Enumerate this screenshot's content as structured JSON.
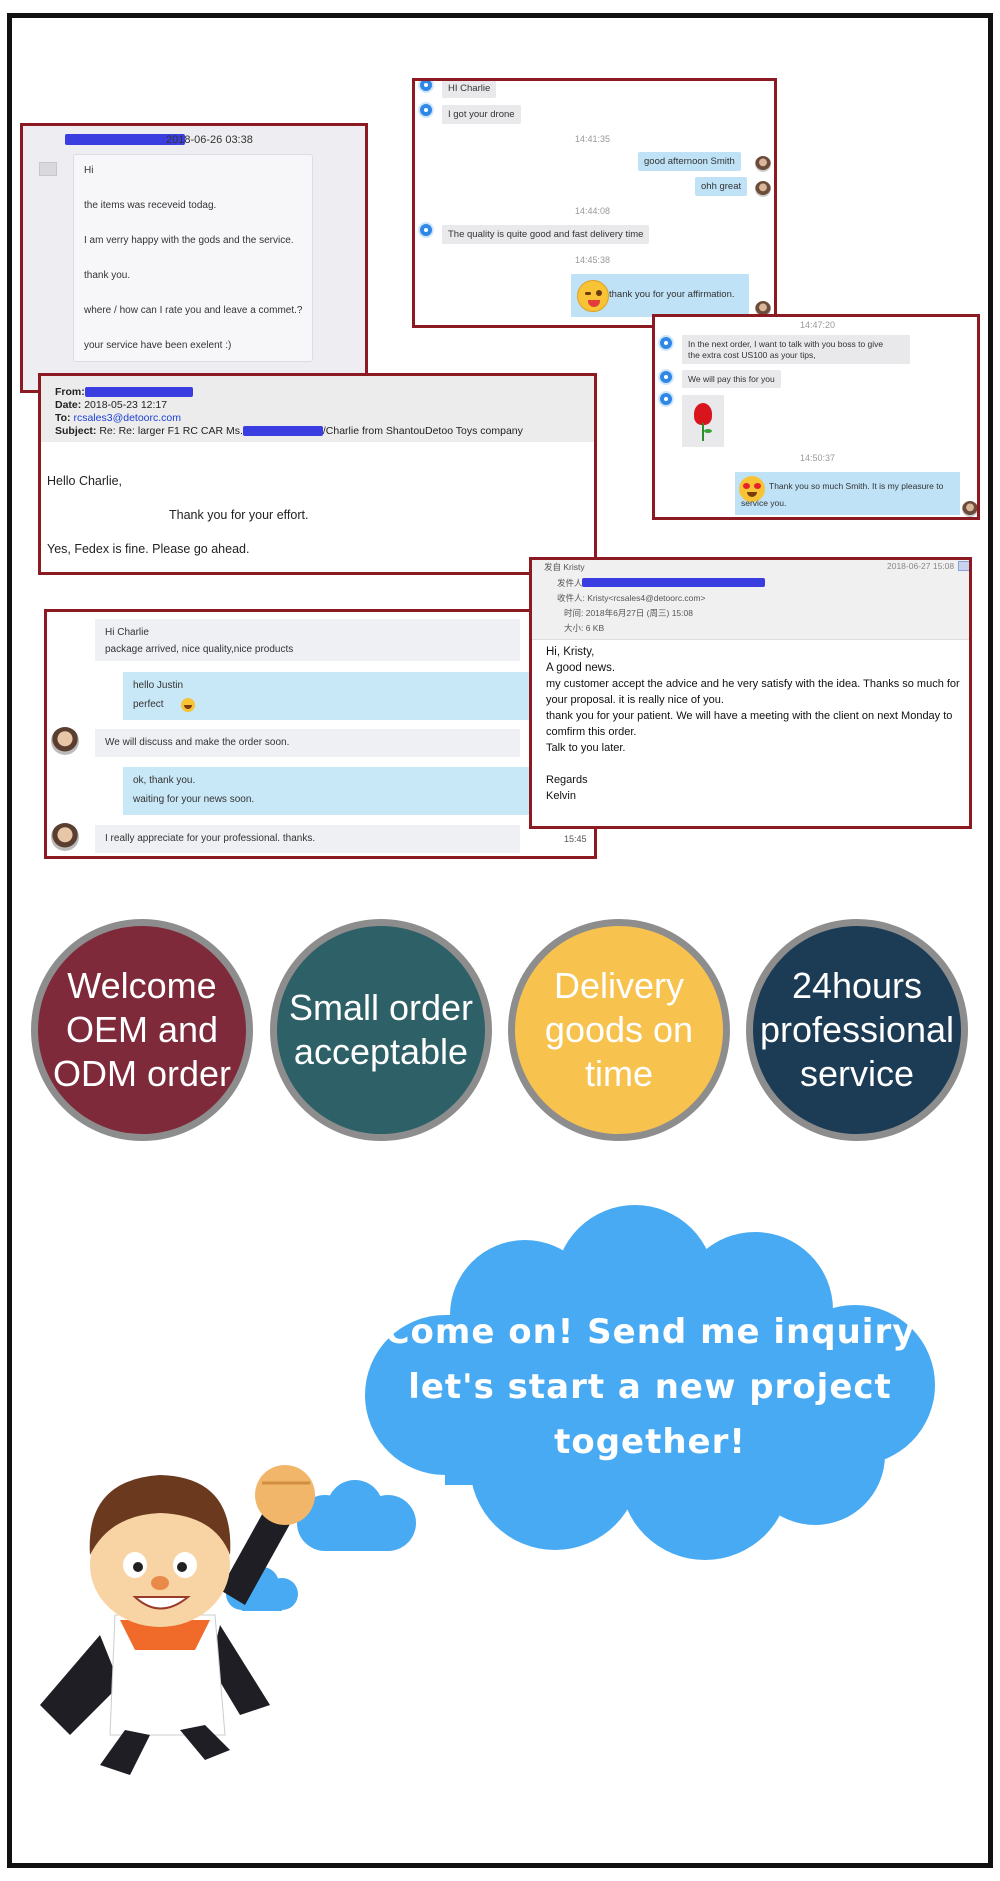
{
  "card1": {
    "redacted_name": "",
    "timestamp": "2018-06-26 03:38",
    "lines": [
      "Hi",
      "the items was receveid todag.",
      "I am verry happy with the gods and the service.",
      "thank you.",
      "where / how can I rate you and leave a commet.?",
      "your service have been exelent :)"
    ]
  },
  "card2": {
    "msg1": "HI Charlie",
    "msg2": "I got your drone",
    "time1": "14:41:35",
    "msg3": "good afternoon Smith",
    "msg4": "ohh great",
    "time2": "14:44:08",
    "msg5": "The quality is quite good and fast delivery time",
    "time3": "14:45:38",
    "msg6": "thank you for your affirmation."
  },
  "card3": {
    "time1": "14:47:20",
    "msg1_l1": "In the next order, I want to talk with you boss to give",
    "msg1_l2": "the extra cost US100 as your tips,",
    "msg2": "We will pay this for you",
    "time2": "14:50:37",
    "msg3_l1": "Thank you so much Smith. It is my pleasure to",
    "msg3_l2": "service you."
  },
  "card4": {
    "from_label": "From:",
    "date_label": "Date:",
    "date_value": "2018-05-23 12:17",
    "to_label": "To:",
    "to_value": "rcsales3@detoorc.com",
    "subject_label": "Subject:",
    "subject_pre": "Re: Re: larger F1 RC CAR Ms.",
    "subject_post": "/Charlie from ShantouDetoo Toys company",
    "greeting": "Hello Charlie,",
    "body1": "Thank you for your effort.",
    "body2": "Yes, Fedex is fine. Please go ahead."
  },
  "card5": {
    "r1_l1": "Hi Charlie",
    "r1_l2": "package arrived, nice quality,nice products",
    "r2_l1": "hello Justin",
    "r2_l2": "perfect",
    "r3": "We will discuss and make the order soon.",
    "r4_l1": "ok, thank you.",
    "r4_l2": "waiting for your news soon.",
    "r5": "I really appreciate for your professional. thanks.",
    "r5_time": "15:45"
  },
  "card6": {
    "sender_label": "发自 Kristy",
    "date": "2018-06-27 15:08",
    "from_label": "发件人:",
    "to_line": "收件人: Kristy<rcsales4@detoorc.com>",
    "time_line": "时间: 2018年6月27日 (周三) 15:08",
    "size_line": "大小: 6 KB",
    "body": [
      "Hi, Kristy,",
      "A good news.",
      " my customer accept the advice and he very satisfy with the idea. Thanks so much for",
      "your proposal. it is really nice of you.",
      "thank you for your patient. We will have a meeting with the client on next Monday to",
      "comfirm this order.",
      "Talk to you later.",
      "",
      "Regards",
      "Kelvin"
    ]
  },
  "circles": [
    {
      "lines": [
        "Welcome",
        "OEM and",
        "ODM order"
      ],
      "color": "#7f2a3a"
    },
    {
      "lines": [
        "Small order",
        "acceptable"
      ],
      "color": "#2e6067"
    },
    {
      "lines": [
        "Delivery",
        "goods on",
        "time"
      ],
      "color": "#f8c24e"
    },
    {
      "lines": [
        "24hours",
        "professional",
        "service"
      ],
      "color": "#1c3b55"
    }
  ],
  "cloud": {
    "line1": "Come on! Send me inquiry",
    "line2": "let's start a new project",
    "line3": "together!",
    "color": "#48aaf2"
  }
}
